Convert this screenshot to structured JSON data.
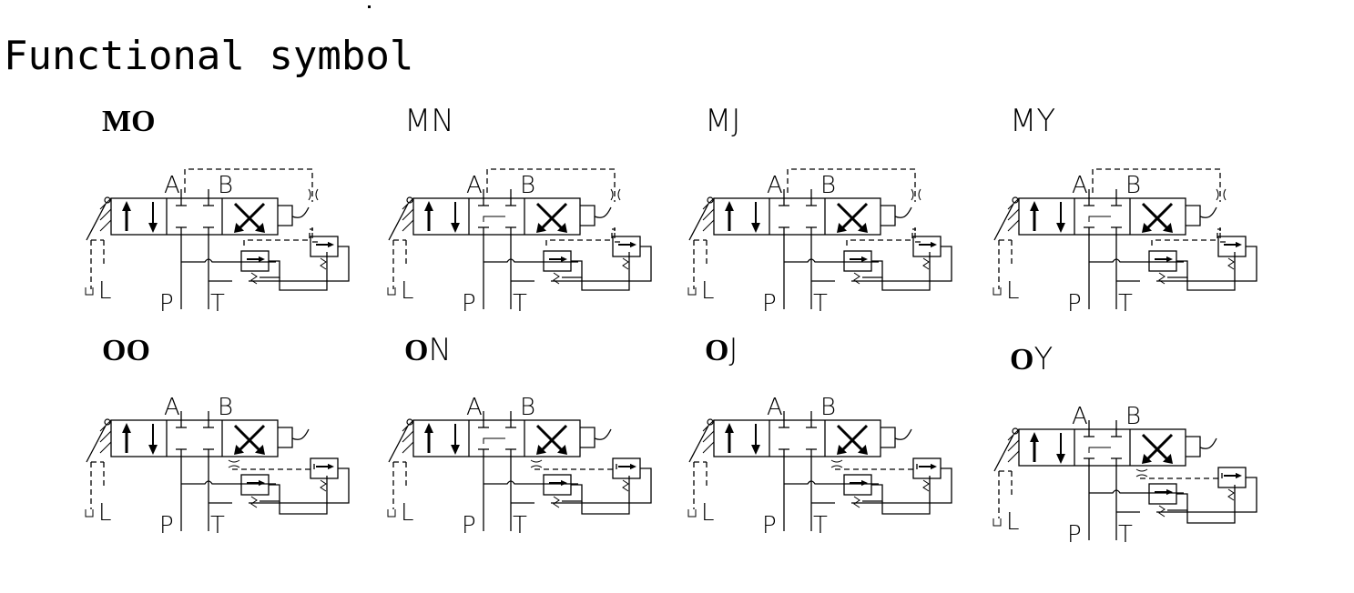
{
  "title": "Functional symbol",
  "symbols": [
    {
      "id": "MO",
      "bold": "MO",
      "thin": "",
      "ports": {
        "a": "A",
        "b": "B",
        "p": "P",
        "t": "T",
        "l": "L"
      },
      "row": 0,
      "variant": "M"
    },
    {
      "id": "MN",
      "bold": "",
      "thin": "MN",
      "ports": {
        "a": "A",
        "b": "B",
        "p": "P",
        "t": "T",
        "l": "L"
      },
      "row": 0,
      "variant": "M"
    },
    {
      "id": "MJ",
      "bold": "",
      "thin": "MJ",
      "ports": {
        "a": "A",
        "b": "B",
        "p": "P",
        "t": "T",
        "l": "L"
      },
      "row": 0,
      "variant": "M"
    },
    {
      "id": "MY",
      "bold": "",
      "thin": "MY",
      "ports": {
        "a": "A",
        "b": "B",
        "p": "P",
        "t": "T",
        "l": "L"
      },
      "row": 0,
      "variant": "M"
    },
    {
      "id": "OO",
      "bold": "OO",
      "thin": "",
      "ports": {
        "a": "A",
        "b": "B",
        "p": "P",
        "t": "T",
        "l": "L"
      },
      "row": 1,
      "variant": "O"
    },
    {
      "id": "ON",
      "bold": "O",
      "thin": "N",
      "ports": {
        "a": "A",
        "b": "B",
        "p": "P",
        "t": "T",
        "l": "L"
      },
      "row": 1,
      "variant": "O"
    },
    {
      "id": "OJ",
      "bold": "O",
      "thin": "J",
      "ports": {
        "a": "A",
        "b": "B",
        "p": "P",
        "t": "T",
        "l": "L"
      },
      "row": 1,
      "variant": "O"
    },
    {
      "id": "OY",
      "bold": "O",
      "thin": "Y",
      "ports": {
        "a": "A",
        "b": "B",
        "p": "P",
        "t": "T",
        "l": "L"
      },
      "row": 1,
      "variant": "O"
    }
  ]
}
